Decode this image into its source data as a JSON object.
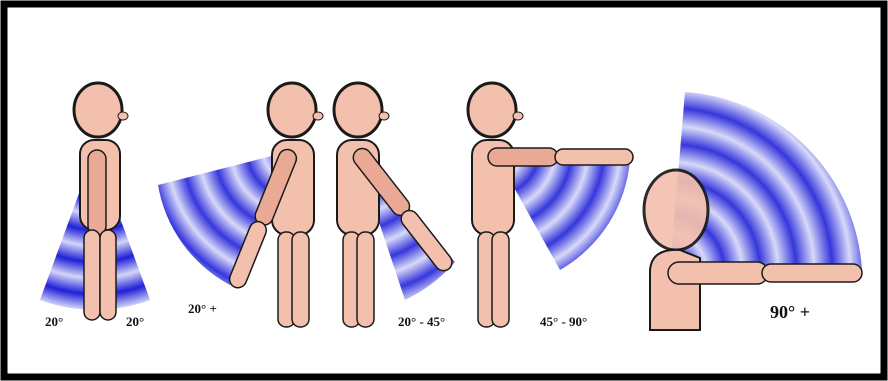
{
  "panels": [
    {
      "id": "p1",
      "labels": [
        "20°",
        "20°"
      ]
    },
    {
      "id": "p2",
      "labels": [
        "20° +"
      ]
    },
    {
      "id": "p3",
      "labels": [
        "20° - 45°"
      ]
    },
    {
      "id": "p4",
      "labels": [
        "45° - 90°"
      ]
    },
    {
      "id": "p5",
      "labels": [
        "90° +"
      ]
    }
  ],
  "colors": {
    "skin": "#f4c0ae",
    "skin_shadow": "#e9a995",
    "outline": "#1a1a1a",
    "band_dark": "#1c1cd6",
    "band_light": "#c9ccf6",
    "frame": "#000000"
  }
}
